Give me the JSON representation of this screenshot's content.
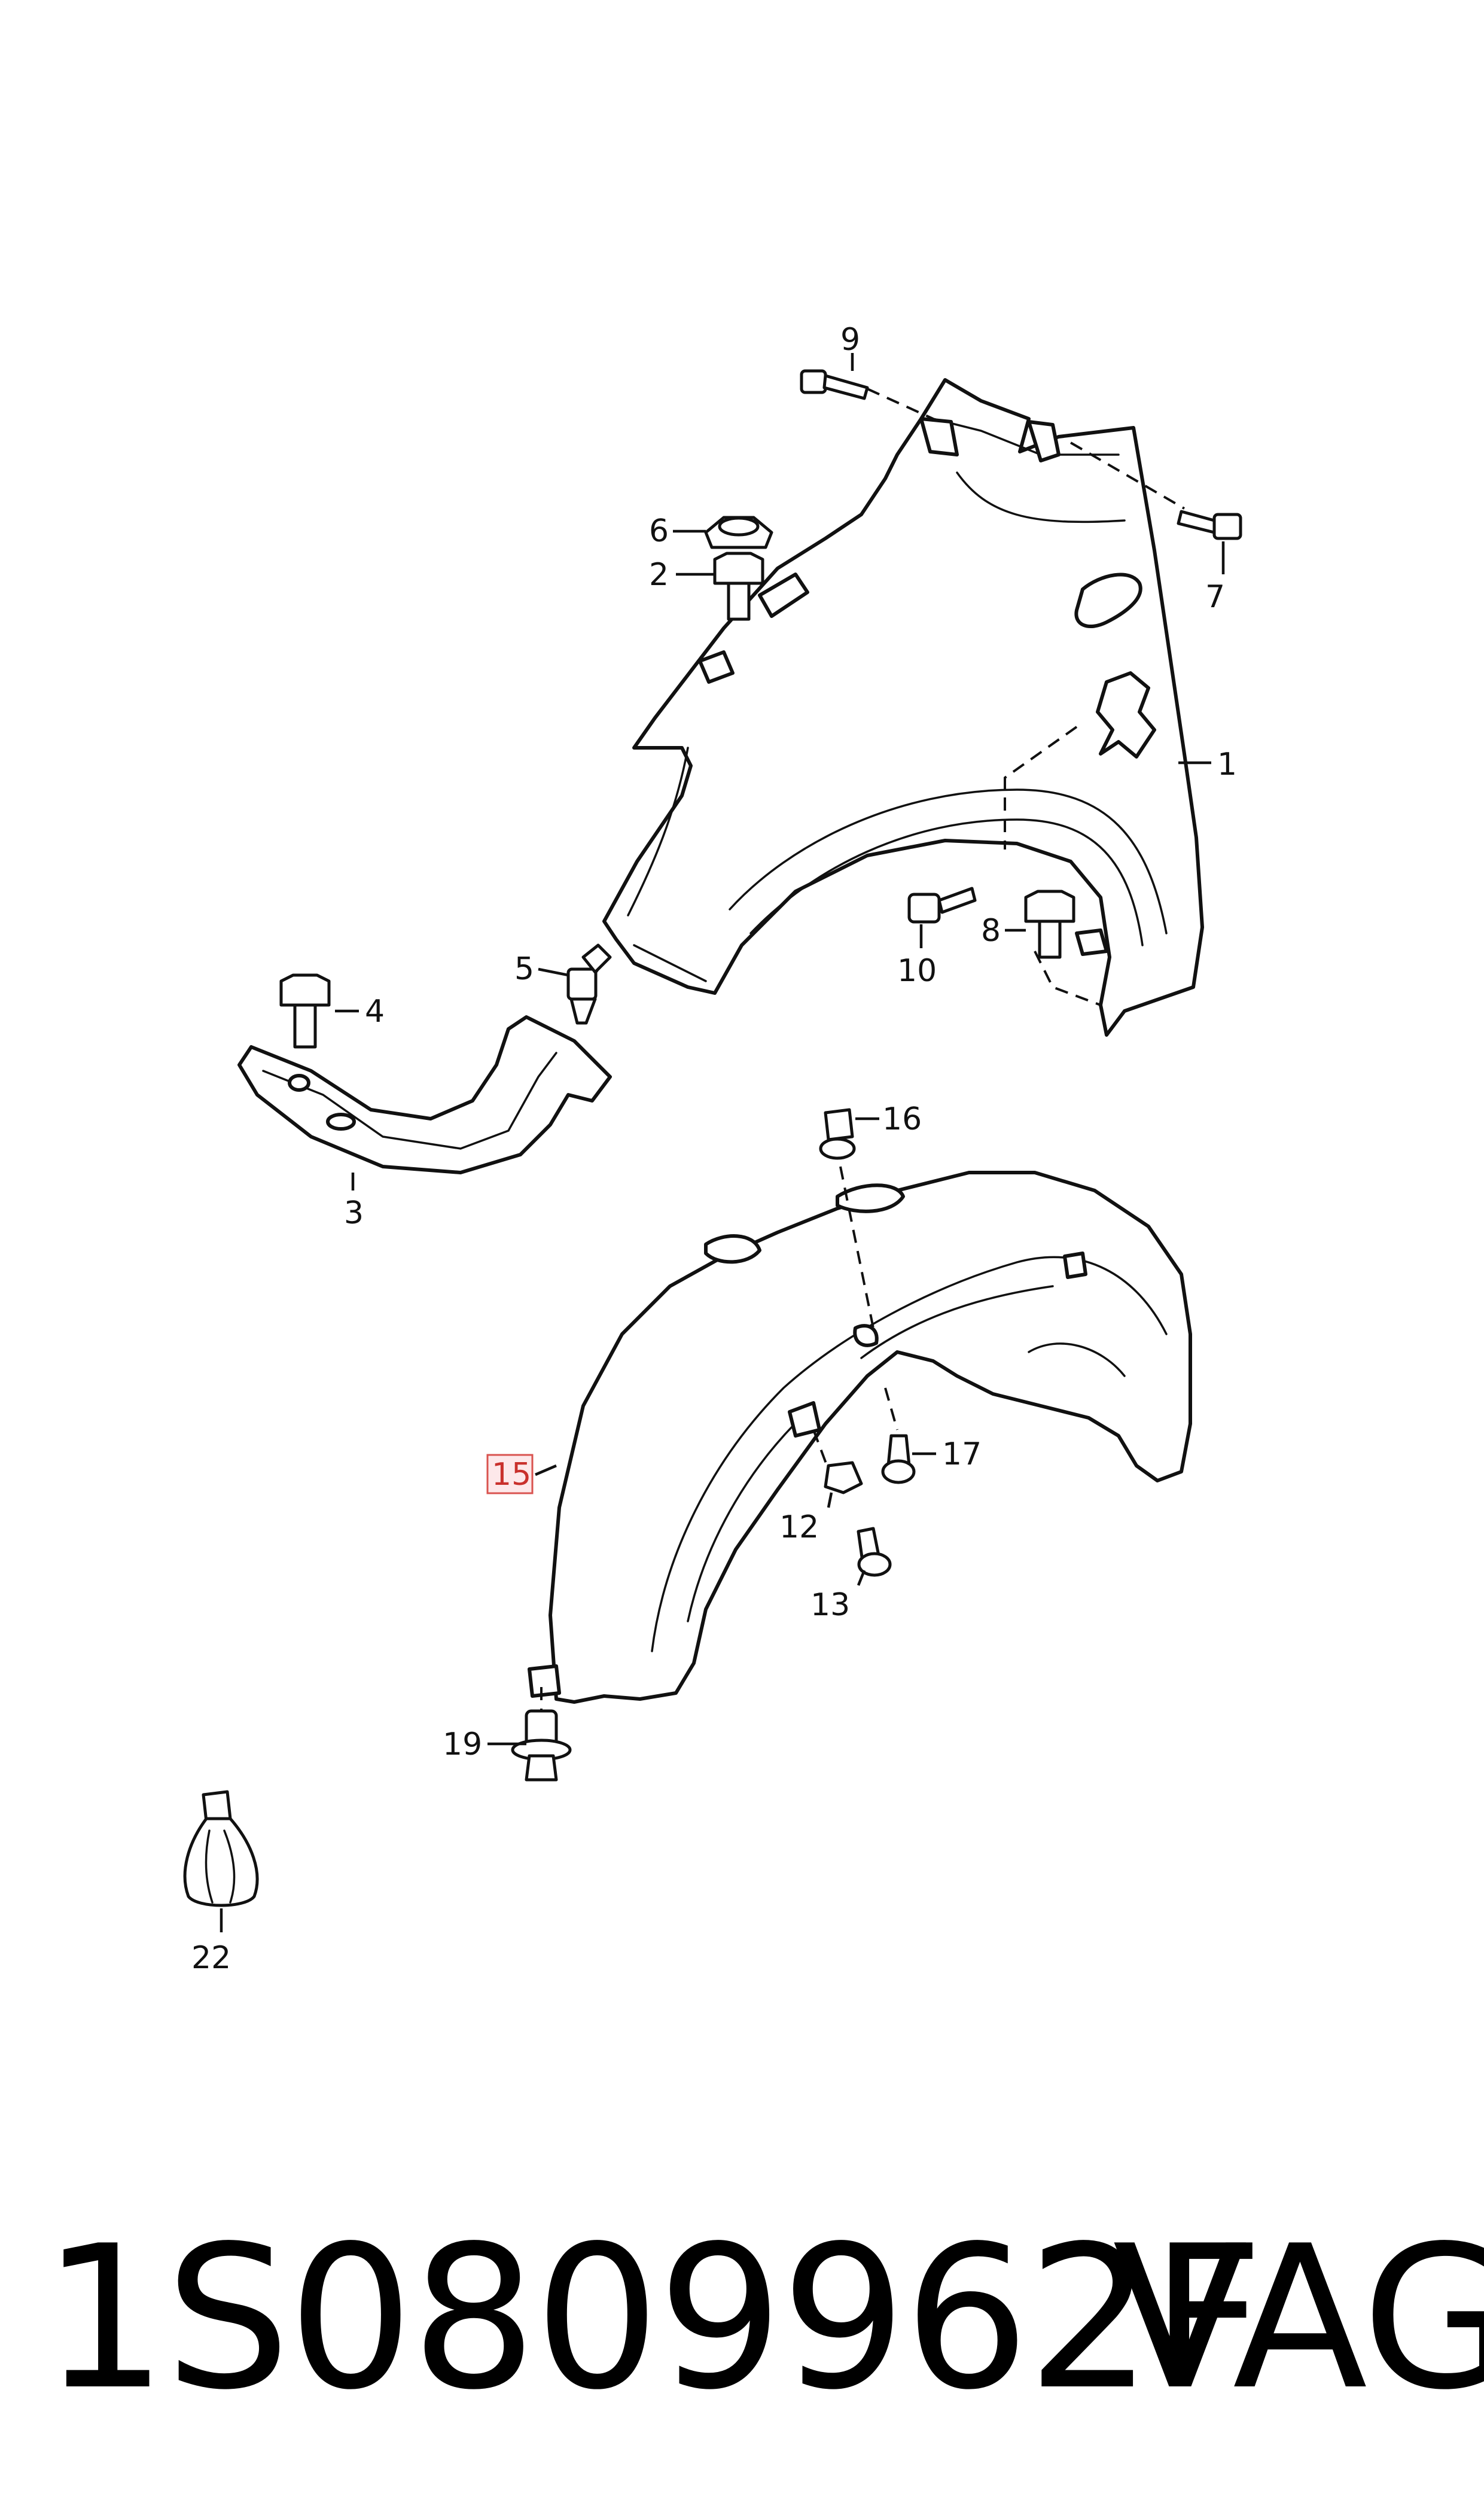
{
  "diagram": {
    "callouts": {
      "c1": "1",
      "c2": "2",
      "c3": "3",
      "c4": "4",
      "c5": "5",
      "c6": "6",
      "c7": "7",
      "c8": "8",
      "c9": "9",
      "c10": "10",
      "c12": "12",
      "c13": "13",
      "c15": "15",
      "c16": "16",
      "c17": "17",
      "c19": "19",
      "c22": "22"
    },
    "highlighted_callout": "15",
    "highlight_color": "#d9534f"
  },
  "footer": {
    "part_number": "1S0809962F",
    "brand": "VAG"
  }
}
